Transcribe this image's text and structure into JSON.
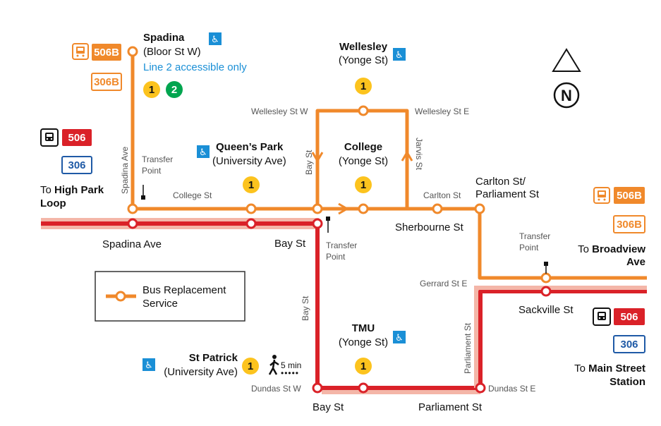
{
  "colors": {
    "bus": "#f0892b",
    "streetcar": "#da2128",
    "streetcar_light": "#f4b6a8",
    "line1": "#fcc31e",
    "line2": "#00a54f",
    "blue": "#1f5aa6",
    "accessible": "#1a8fd6"
  },
  "stations": {
    "spadina": {
      "name": "Spadina",
      "sub": "(Bloor St W)",
      "note": "Line 2 accessible only",
      "line1": "1",
      "line2": "2"
    },
    "wellesley": {
      "name": "Wellesley",
      "sub": "(Yonge St)",
      "line": "1"
    },
    "queens_park": {
      "name": "Queen’s Park",
      "sub": "(University Ave)",
      "line": "1"
    },
    "college": {
      "name": "College",
      "sub": "(Yonge St)",
      "line": "1"
    },
    "tmu": {
      "name": "TMU",
      "sub": "(Yonge St)",
      "line": "1"
    },
    "st_patrick": {
      "name": "St Patrick",
      "sub": "(University Ave)",
      "line": "1",
      "walk": "5 min"
    }
  },
  "streets": {
    "spadina_ave_v": "Spadina Ave",
    "college_st": "College St",
    "wellesley_w": "Wellesley St W",
    "wellesley_e": "Wellesley St E",
    "bay_st_v": "Bay St",
    "jarvis_st": "Jarvis St",
    "carlton_st": "Carlton St",
    "carlton_parliament_1": "Carlton St/",
    "carlton_parliament_2": "Parliament St",
    "sherbourne_st": "Sherbourne St",
    "spadina_ave": "Spadina Ave",
    "bay_st": "Bay St",
    "gerrard_e": "Gerrard St E",
    "sackville_st": "Sackville St",
    "bay_st_v2": "Bay St",
    "parliament_st_v": "Parliament St",
    "dundas_w": "Dundas St W",
    "dundas_e": "Dundas St E",
    "bay_st_bottom": "Bay St",
    "parliament_st_bottom": "Parliament St"
  },
  "transfer": {
    "line1": "Transfer",
    "line2": "Point"
  },
  "routes": {
    "r506b": "506B",
    "r306b": "306B",
    "r506": "506",
    "r306": "306"
  },
  "destinations": {
    "high_park_pre": "To ",
    "high_park_bold": "High Park",
    "high_park_line2": "Loop",
    "broadview_pre": "To ",
    "broadview_bold": "Broadview",
    "broadview_line2": "Ave",
    "main_pre": "To ",
    "main_bold": "Main Street",
    "main_line2": "Station"
  },
  "legend": {
    "line1": "Bus Replacement",
    "line2": "Service"
  },
  "compass": {
    "letter": "N"
  }
}
